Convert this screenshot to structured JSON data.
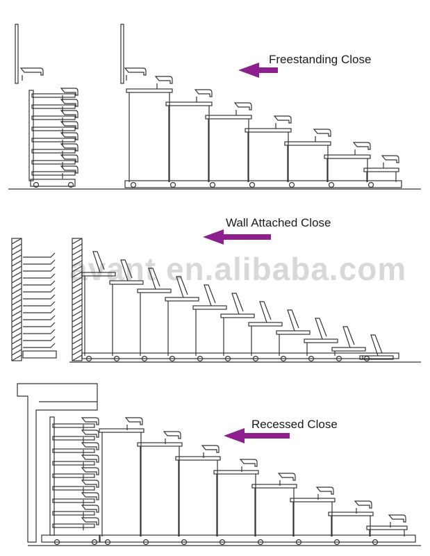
{
  "panels": [
    {
      "label": "Freestanding Close"
    },
    {
      "label": "Wall Attached Close"
    },
    {
      "label": "Recessed Close"
    }
  ],
  "watermark": "avant  en.alibaba.com",
  "colors": {
    "arrow": "#8e1f8e",
    "line": "#333333",
    "watermark": "#d8d8d8"
  }
}
